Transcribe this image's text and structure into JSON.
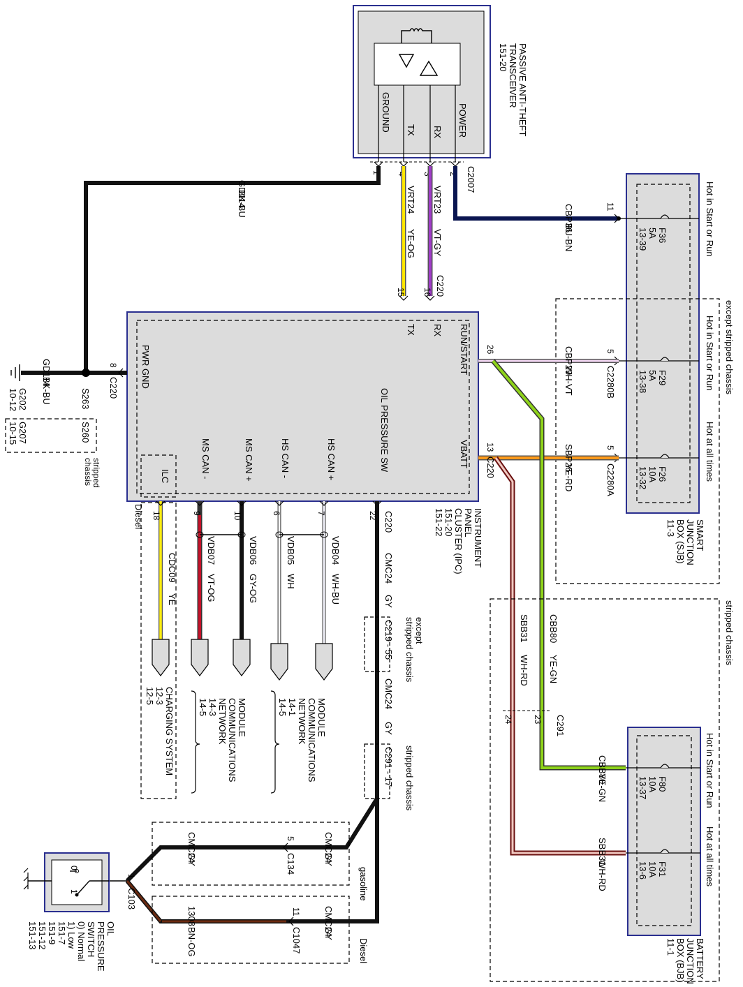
{
  "patt": {
    "title": [
      "PASSIVE ANTI-THEFT",
      "TRANSCEIVER",
      "151-20"
    ],
    "pins": [
      "GROUND",
      "TX",
      "RX",
      "POWER"
    ],
    "connector": "C2007",
    "pin_numbers": [
      "1",
      "4",
      "3",
      "2"
    ]
  },
  "ipc": {
    "title": [
      "INSTRUMENT",
      "PANEL",
      "CLUSTER (IPC)",
      "151-20",
      "151-22"
    ],
    "labels": {
      "run_start": "RUN/START",
      "vbatt": "VBATT",
      "tx": "TX",
      "rx": "RX",
      "pwr_gnd": "PWR GND",
      "oil": "OIL PRESSURE SW",
      "hs_can_p": "HS CAN +",
      "hs_can_m": "HS CAN -",
      "ms_can_p": "MS CAN +",
      "ms_can_m": "MS CAN -",
      "ilc": "ILC",
      "diesel": "Diesel"
    },
    "pins": {
      "run_start": "26",
      "vbatt": "13",
      "tx": "15",
      "rx": "16",
      "pwr_gnd": "8",
      "oil": "22",
      "hs_p": "7",
      "hs_m": "6",
      "ms_p": "10",
      "ms_m": "9",
      "ilc": "18"
    },
    "connectors": {
      "c220": "C220"
    }
  },
  "sjb": {
    "title": [
      "SMART",
      "JUNCTION",
      "BOX (SJB)",
      "11-3"
    ],
    "fuses": [
      {
        "name": "F36",
        "amp": "5A",
        "ref": "13-39",
        "feed": "Hot in Start or Run",
        "pin": "11",
        "circuit": "CBP36",
        "color": "BU-BN"
      },
      {
        "name": "F29",
        "amp": "5A",
        "ref": "13-38",
        "feed": "Hot in Start or Run",
        "pin": "5",
        "circuit": "CBP29",
        "color": "WH-VT",
        "connector": "C2280B"
      },
      {
        "name": "F26",
        "amp": "10A",
        "ref": "13-32",
        "feed": "Hot at all times",
        "pin": "5",
        "circuit": "SBP26",
        "color": "YE-RD",
        "connector": "C2280A"
      }
    ],
    "except_stripped": "except stripped chassis"
  },
  "bjb": {
    "title": [
      "BATTERY",
      "JUNCTION",
      "BOX (BJB)",
      "11-1"
    ],
    "fuses": [
      {
        "name": "F80",
        "amp": "10A",
        "ref": "13-37",
        "feed": "Hot in Start or Run",
        "circuit": "CBB80",
        "color": "YE-GN"
      },
      {
        "name": "F31",
        "amp": "10A",
        "ref": "13-6",
        "feed": "Hot at all times",
        "circuit": "SBB31",
        "color": "WH-RD"
      }
    ],
    "stripped": "stripped chassis"
  },
  "wires": {
    "gd114": {
      "circuit": "GD114",
      "color": "BK-BU"
    },
    "vrt24": {
      "circuit": "VRT24",
      "color": "YE-OG"
    },
    "vrt23": {
      "circuit": "VRT23",
      "color": "VT-GY"
    },
    "c220_label": "C220",
    "cbb80": {
      "circuit": "CBB80",
      "color": "YE-GN",
      "pin": "23"
    },
    "sbb31": {
      "circuit": "SBB31",
      "color": "WH-RD",
      "pin": "24"
    },
    "c291": "C291",
    "cmc24": {
      "circuit": "CMC24",
      "color": "GY"
    },
    "c219": "C219 - 55",
    "c219_note": [
      "except",
      "stripped chassis"
    ],
    "c291b": "C291 - 17",
    "c291b_note": "stripped chassis",
    "vdb04": {
      "circuit": "VDB04",
      "color": "WH-BU"
    },
    "vdb05": {
      "circuit": "VDB05",
      "color": "WH"
    },
    "vdb06": {
      "circuit": "VDB06",
      "color": "GY-OG"
    },
    "vdb07": {
      "circuit": "VDB07",
      "color": "VT-OG"
    },
    "cdc09": {
      "circuit": "CDC09",
      "color": "YE"
    },
    "c134": {
      "name": "C134",
      "pin": "5",
      "note": "gasoline"
    },
    "c1047": {
      "name": "C1047",
      "pin": "11",
      "note": "Diesel"
    },
    "w1308": {
      "circuit": "1308",
      "color": "BN-OG"
    },
    "c103": {
      "name": "C103",
      "pin": "1"
    }
  },
  "grounds": {
    "s263": "S263",
    "g202": [
      "G202",
      "10-12"
    ],
    "s260": "S260",
    "g207": [
      "G207",
      "10-15"
    ],
    "stripped": [
      "stripped",
      "chassis"
    ]
  },
  "destinations": {
    "mcn1": [
      "MODULE",
      "COMMUNICATIONS",
      "NETWORK",
      "14-1",
      "14-5"
    ],
    "mcn2": [
      "MODULE",
      "COMMUNICATIONS",
      "NETWORK",
      "14-3",
      "14-5"
    ],
    "charging": [
      "CHARGING SYSTEM",
      "12-3",
      "12-5"
    ]
  },
  "oil_switch": {
    "title": [
      "OIL",
      "PRESSURE",
      "SWITCH",
      "0) Normal",
      "1) Low",
      "151-7",
      "151-9",
      "151-12",
      "151-13"
    ],
    "pos0": "0",
    "pos1": "1"
  }
}
